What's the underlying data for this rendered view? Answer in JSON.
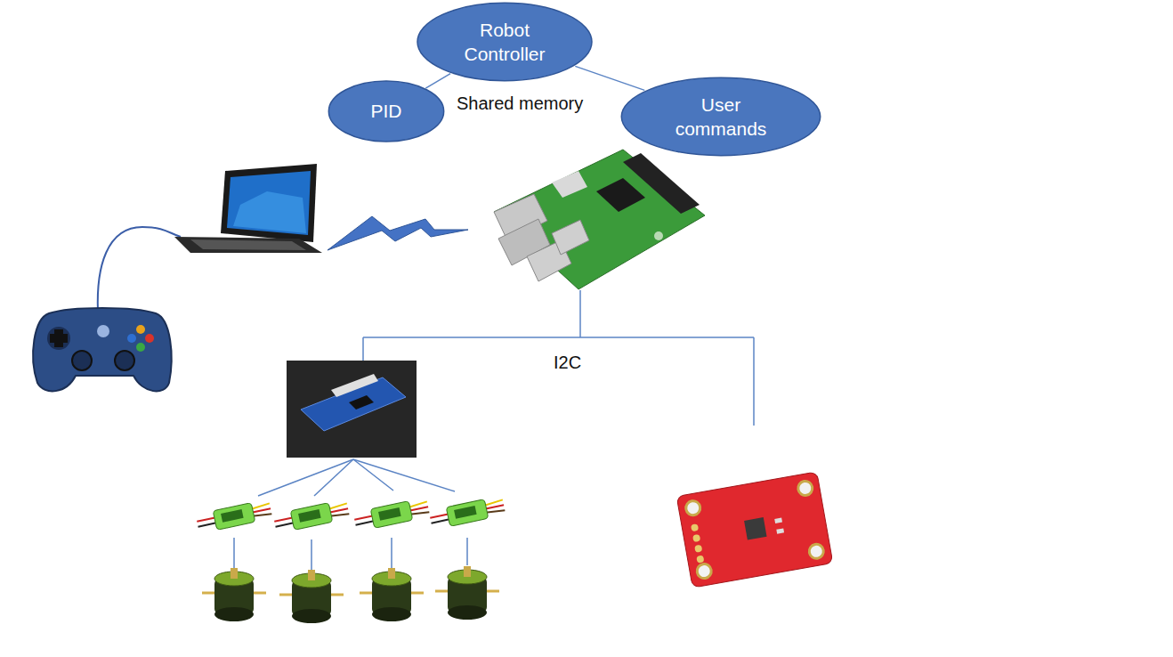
{
  "diagram": {
    "nodes": [
      {
        "text": [
          "Robot Controller"
        ]
      },
      {
        "text": [
          "PID"
        ]
      },
      {
        "text": [
          "User commands"
        ]
      }
    ],
    "edges": [
      {
        "from": 0,
        "to": 1,
        "arrow": "none"
      },
      {
        "from": 0,
        "to": 2,
        "arrow": "none"
      }
    ],
    "labels": [
      "Shared memory",
      "I2C"
    ]
  }
}
